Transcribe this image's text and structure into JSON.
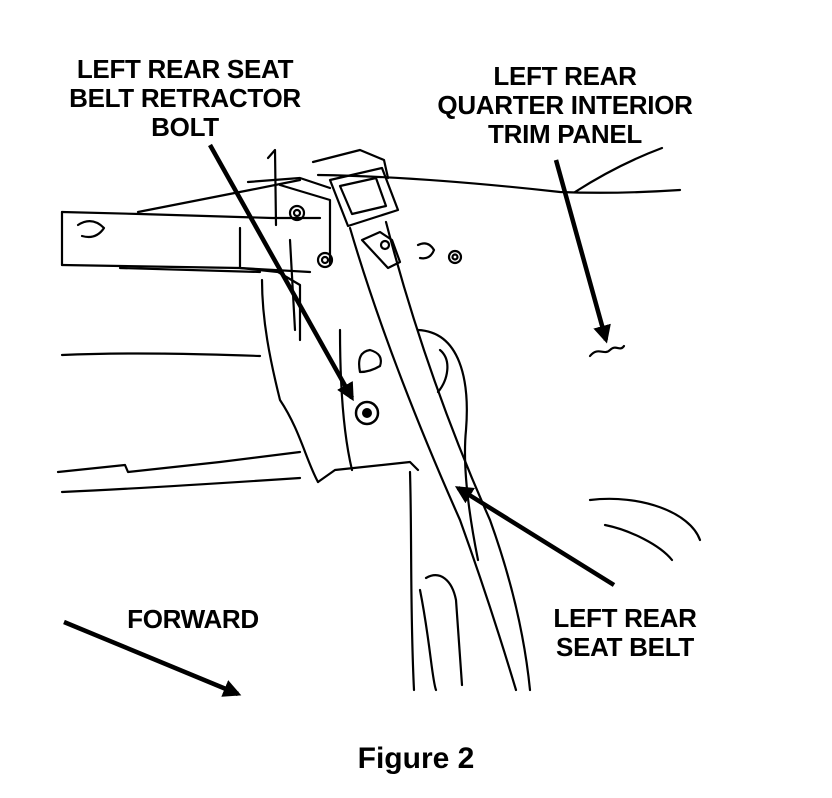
{
  "labels": {
    "bolt": [
      "LEFT REAR SEAT",
      "BELT RETRACTOR",
      "BOLT"
    ],
    "trim": [
      "LEFT REAR",
      "QUARTER INTERIOR",
      "TRIM PANEL"
    ],
    "belt": [
      "LEFT REAR",
      "SEAT BELT"
    ],
    "forward": "FORWARD"
  },
  "caption": "Figure 2",
  "colors": {
    "ink": "#000000",
    "paper": "#ffffff"
  }
}
